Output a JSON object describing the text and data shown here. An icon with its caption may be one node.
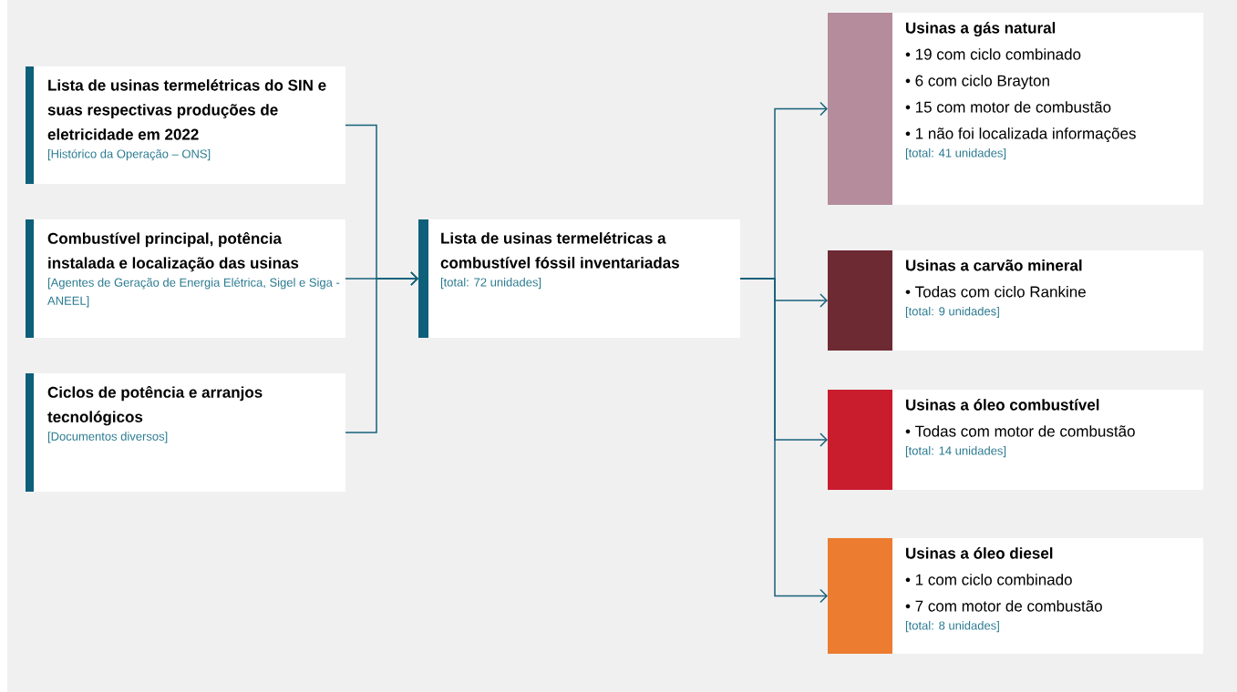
{
  "diagram": {
    "nodes": [
      {
        "text": [
          "Lista de usinas termelétricas do SIN e suas respectivas produções de eletricidade em 2022",
          "[Histórico da Operação – ONS]"
        ]
      },
      {
        "text": [
          "Combustível principal, potência instalada e localização das usinas",
          "[Agentes de Geração de Energia Elétrica, Sigel e Siga - ANEEL]"
        ]
      },
      {
        "text": [
          "Ciclos de potência e arranjos tecnológicos",
          "[Documentos diversos]"
        ]
      },
      {
        "text": [
          "Lista de usinas termelétricas a combustível fóssil inventariadas",
          "[total: 72 unidades]"
        ]
      },
      {
        "text": [
          "Usinas a gás natural",
          "• 19 com ciclo combinado",
          "• 6 com ciclo Brayton",
          "•  15 com motor de combustão",
          "•  1 não foi localizada informações",
          "[total: 41 unidades]"
        ]
      },
      {
        "text": [
          "Usinas a carvão mineral",
          "• Todas com ciclo Rankine",
          "[total: 9 unidades]"
        ]
      },
      {
        "text": [
          "Usinas a óleo combustível",
          "• Todas com motor de combustão",
          "[total: 14 unidades]"
        ]
      },
      {
        "text": [
          "Usinas a óleo diesel",
          "• 1 com ciclo combinado",
          "• 7 com motor de combustão",
          "[total: 8 unidades]"
        ]
      }
    ],
    "edges": [
      {
        "from": 0,
        "to": 3,
        "arrow": "to"
      },
      {
        "from": 1,
        "to": 3,
        "arrow": "to"
      },
      {
        "from": 2,
        "to": 3,
        "arrow": "to"
      },
      {
        "from": 3,
        "to": 4,
        "arrow": "to"
      },
      {
        "from": 3,
        "to": 5,
        "arrow": "to"
      },
      {
        "from": 3,
        "to": 6,
        "arrow": "to"
      },
      {
        "from": 3,
        "to": 7,
        "arrow": "to"
      }
    ]
  }
}
